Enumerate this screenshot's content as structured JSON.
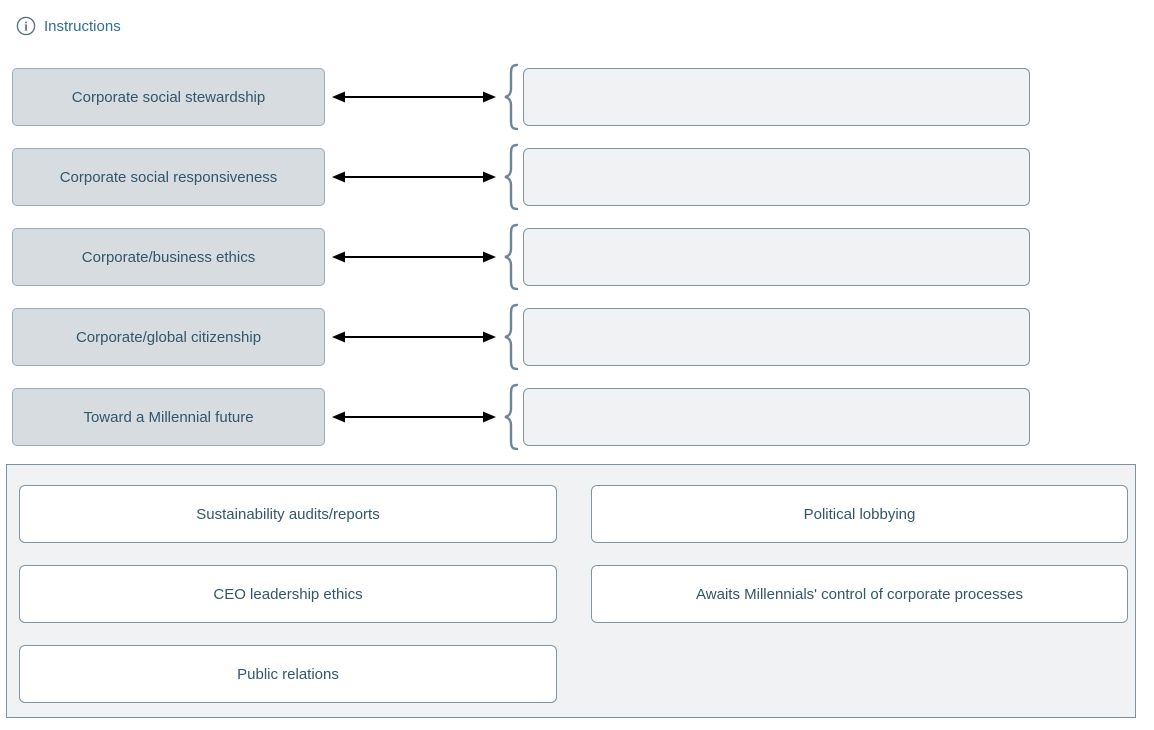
{
  "header": {
    "instructions_label": "Instructions"
  },
  "colors": {
    "accent_link": "#31708f",
    "term_card_bg": "#d6dcdf",
    "term_card_border": "#9badb6",
    "drop_zone_bg": "#f1f2f4",
    "slate_border": "#7e96a3",
    "tray_bg": "#f1f2f3",
    "tray_border": "#7d909c",
    "text": "#33566a",
    "arrow": "#000000"
  },
  "matching": {
    "rows": [
      {
        "term": "Corporate social stewardship",
        "answer": ""
      },
      {
        "term": "Corporate social responsiveness",
        "answer": ""
      },
      {
        "term": "Corporate/business ethics",
        "answer": ""
      },
      {
        "term": "Corporate/global citizenship",
        "answer": ""
      },
      {
        "term": "Toward a Millennial future",
        "answer": ""
      }
    ]
  },
  "options_tray": {
    "options": [
      "Sustainability audits/reports",
      "Political lobbying",
      "CEO leadership ethics",
      "Awaits Millennials' control of corporate processes",
      "Public relations"
    ]
  }
}
